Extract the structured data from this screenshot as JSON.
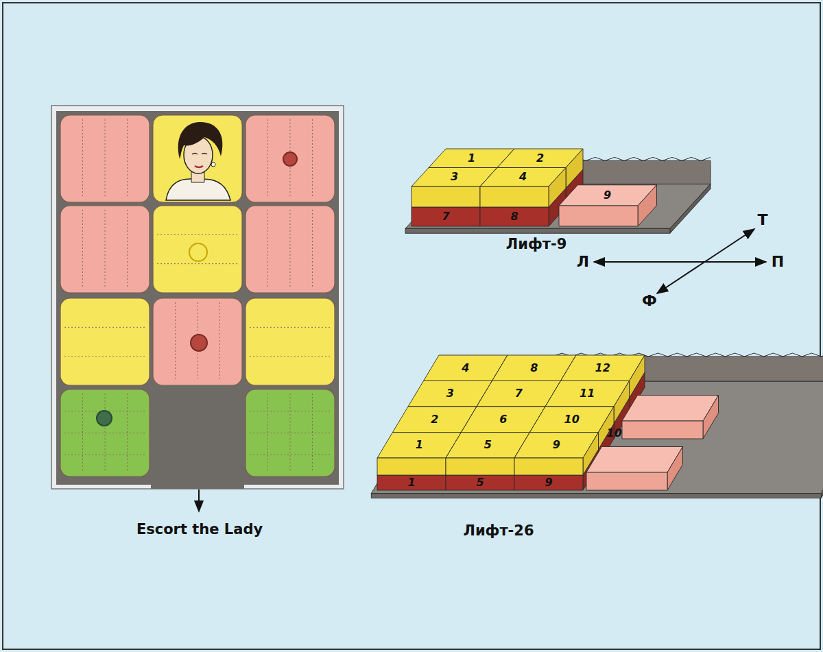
{
  "diagram": {
    "labels": [
      "Escort the Lady",
      "Лифт-9",
      "Лифт-26",
      "Л",
      "П",
      "Т",
      "Ф",
      "1",
      "2",
      "3",
      "4",
      "9",
      "7",
      "8",
      "4",
      "8",
      "12",
      "3",
      "7",
      "11",
      "2",
      "6",
      "10",
      "1",
      "5",
      "9",
      "1",
      "5",
      "9",
      "10"
    ]
  }
}
